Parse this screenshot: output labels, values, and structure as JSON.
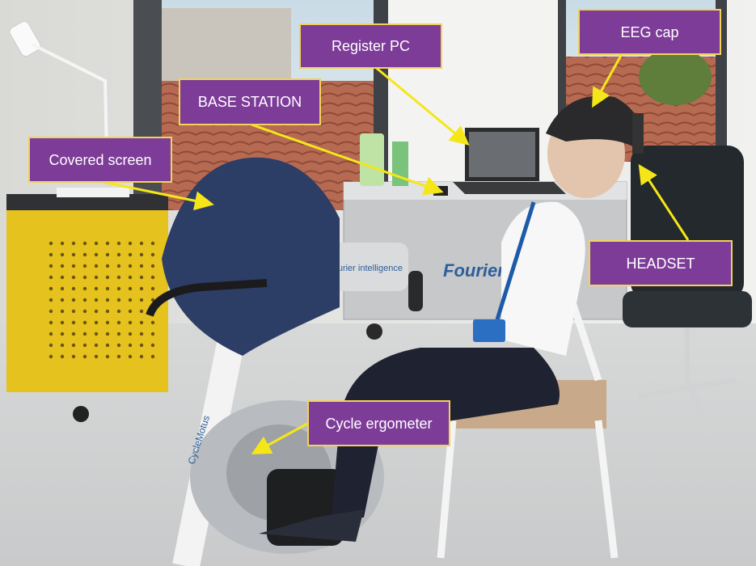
{
  "annotation_colors": {
    "label_fill": "#7d3c98",
    "label_border": "#f1d35a",
    "arrow": "#f5e61a"
  },
  "labels": {
    "register_pc": "Register PC",
    "eeg_cap": "EEG cap",
    "base_station": "BASE STATION",
    "covered_screen": "Covered screen",
    "headset": "HEADSET",
    "cycle_ergometer": "Cycle ergometer"
  },
  "equipment_brand": {
    "trunk_text": "Fourier",
    "bike_panel_text": "Fourier intelligence",
    "bike_frame_text": "CycleMotus"
  }
}
